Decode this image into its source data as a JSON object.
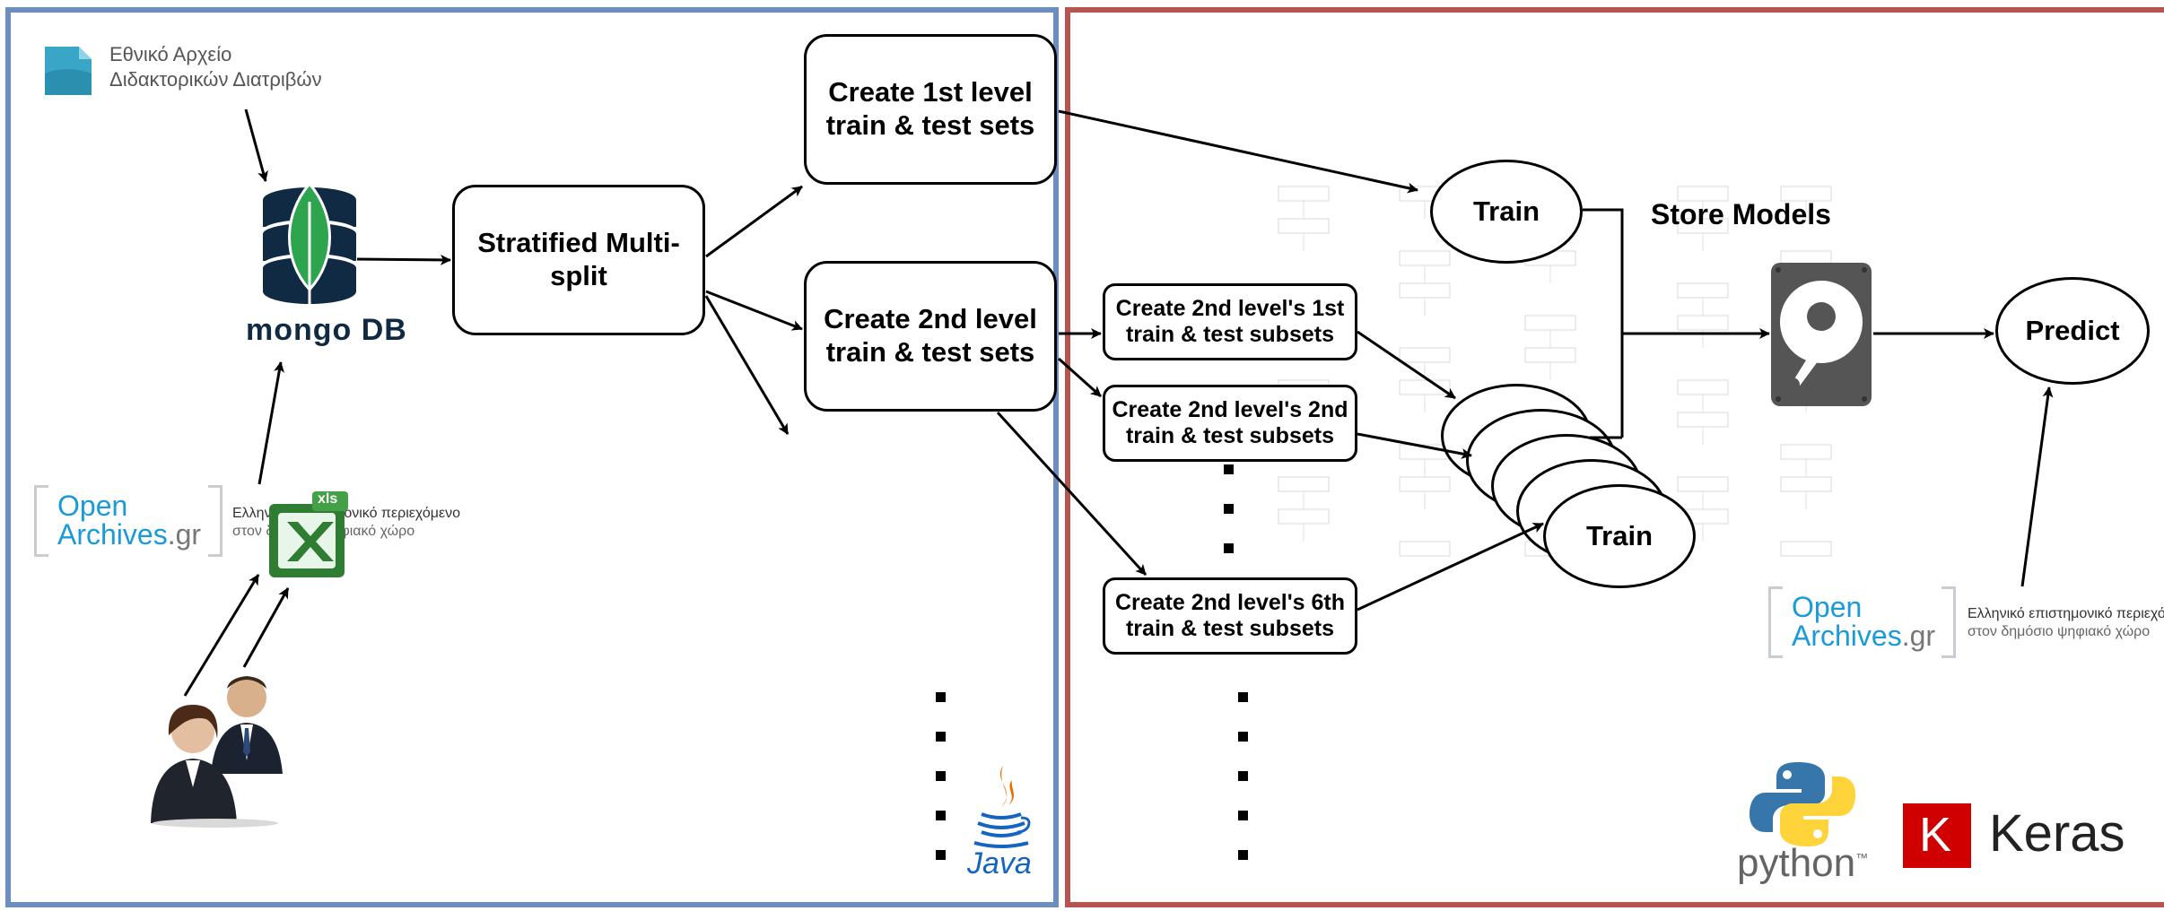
{
  "left_panel": {
    "border_color": "#6c8ebf",
    "ema": {
      "line1": "Εθνικό Αρχείο",
      "line2": "Διδακτορικών Διατριβών",
      "icon": "ema-logo-icon",
      "color": "#3aa6c7"
    },
    "mongodb": {
      "wordmark": "mongo DB",
      "icon": "mongodb-leaf-icon",
      "leaf_color": "#2ea44f",
      "db_color": "#102a43"
    },
    "openarchives": {
      "word1": "Open",
      "word2": "Archives",
      "suffix": ".gr",
      "tagline1": "Ελληνικό επιστημονικό περιεχόμενο",
      "tagline2": "στον δημόσιο ψηφιακό χώρο",
      "color": "#1a9bd7"
    },
    "excel": {
      "badge": "xls",
      "letter": "X",
      "icon": "excel-icon",
      "color": "#2e7d32"
    },
    "users_icon": "users-icon",
    "stratified": "Stratified Multi-\nsplit",
    "first_level": "Create 1st level\ntrain & test sets",
    "second_level": "Create 2nd level\ntrain & test sets",
    "java": {
      "label": "Java",
      "icon": "java-cup-icon",
      "color": "#1565c0",
      "flame": "#e76f00"
    }
  },
  "right_panel": {
    "border_color": "#b85450",
    "subsets": [
      "Create 2nd level's 1st\ntrain & test subsets",
      "Create 2nd level's 2nd\ntrain & test subsets",
      "Create 2nd level's 6th\ntrain & test subsets"
    ],
    "train_top": "Train",
    "train_front": "Train",
    "store_models": "Store Models",
    "predict": "Predict",
    "disk_icon": "hard-disk-icon",
    "openarchives": {
      "word1": "Open",
      "word2": "Archives",
      "suffix": ".gr",
      "tagline1": "Ελληνικό επιστημονικό περιεχόμεν",
      "tagline2": "στον δημόσιο ψηφιακό χώρο",
      "color": "#1a9bd7"
    },
    "python": {
      "label": "python",
      "tm": "™",
      "icon": "python-logo-icon",
      "blue": "#3776ab",
      "yellow": "#ffd43b"
    },
    "keras": {
      "letter": "K",
      "label": "Keras",
      "icon": "keras-logo-icon",
      "color": "#d00000"
    }
  }
}
